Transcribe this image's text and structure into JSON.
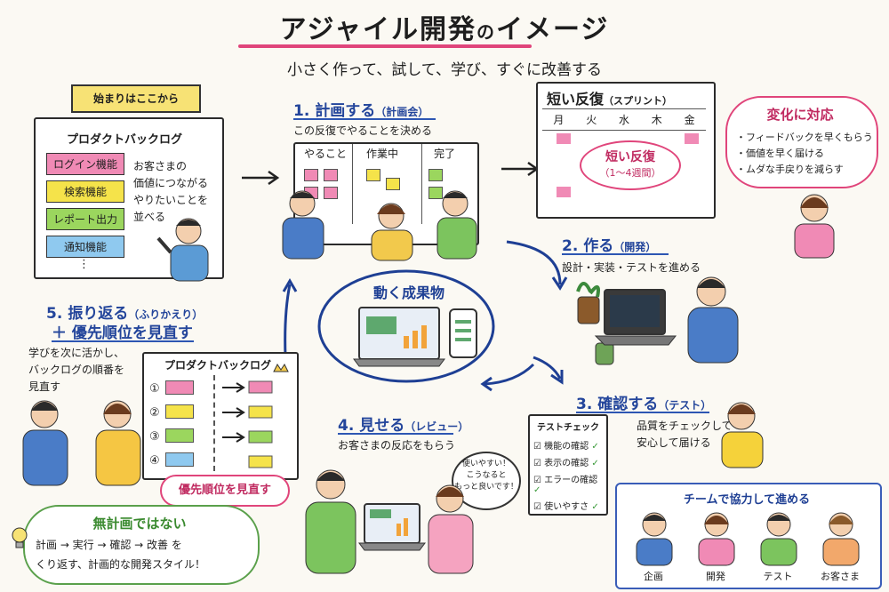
{
  "title": {
    "main": "アジャイル開発",
    "connector": "の",
    "tail": "イメージ"
  },
  "subtitle": "小さく作って、試して、学び、すぐに改善する",
  "start_banner": "始まりはここから",
  "backlog": {
    "heading": "プロダクトバックログ",
    "items": [
      "ログイン機能",
      "検索機能",
      "レポート出力",
      "通知機能"
    ],
    "more": "⋮",
    "note": [
      "お客さまの",
      "価値につながる",
      "やりたいことを",
      "並べる"
    ]
  },
  "step1": {
    "title": "1. 計画する",
    "sub": "（計画会）",
    "desc": "この反復でやることを決める",
    "columns": [
      "やること",
      "作業中",
      "完了"
    ]
  },
  "sprint": {
    "heading": "短い反復",
    "heading_sub": "（スプリント）",
    "days": [
      "月",
      "火",
      "水",
      "木",
      "金"
    ],
    "label": "短い反復",
    "label_sub": "（1〜4週間）"
  },
  "change": {
    "title": "変化に対応",
    "points": [
      "・フィードバックを早くもらう",
      "・価値を早く届ける",
      "・ムダな手戻りを減らす"
    ]
  },
  "center": {
    "title": "動く成果物"
  },
  "step2": {
    "title": "2. 作る",
    "sub": "（開発）",
    "desc": "設計・実装・テストを進める"
  },
  "step3": {
    "title": "3. 確認する",
    "sub": "（テスト）",
    "desc": [
      "品質をチェックして",
      "安心して届ける"
    ],
    "checklist_title": "テストチェック",
    "checks": [
      "機能の確認",
      "表示の確認",
      "エラーの確認",
      "使いやすさ"
    ]
  },
  "step4": {
    "title": "4. 見せる",
    "sub": "（レビュー）",
    "desc": "お客さまの反応をもらう",
    "bubble": [
      "使いやすい！",
      "こうなると",
      "もっと良いです！"
    ]
  },
  "step5": {
    "title": "5. 振り返る",
    "sub": "（ふりかえり）",
    "title2": "＋ 優先順位を見直す",
    "desc": [
      "学びを次に活かし、",
      "バックログの順番を",
      "見直す"
    ],
    "backlog_heading": "プロダクトバックログ",
    "numbers": [
      "①",
      "②",
      "③",
      "④"
    ],
    "cloud": "優先順位を見直す"
  },
  "not_plan": {
    "title": "無計画ではない",
    "line1": "計画 → 実行 → 確認 → 改善 を",
    "line2": "くり返す、計画的な開発スタイル！"
  },
  "team": {
    "title": "チームで協力して進める",
    "members": [
      "企画",
      "開発",
      "テスト",
      "お客さま"
    ]
  },
  "colors": {
    "accent_pink": "#e0457b",
    "step_blue": "#23459b",
    "arrow_blue": "#2d56b3",
    "pink": "#f08ab5",
    "yellow": "#f5e34a",
    "green": "#9bd65e",
    "sky": "#8fc9ef"
  }
}
